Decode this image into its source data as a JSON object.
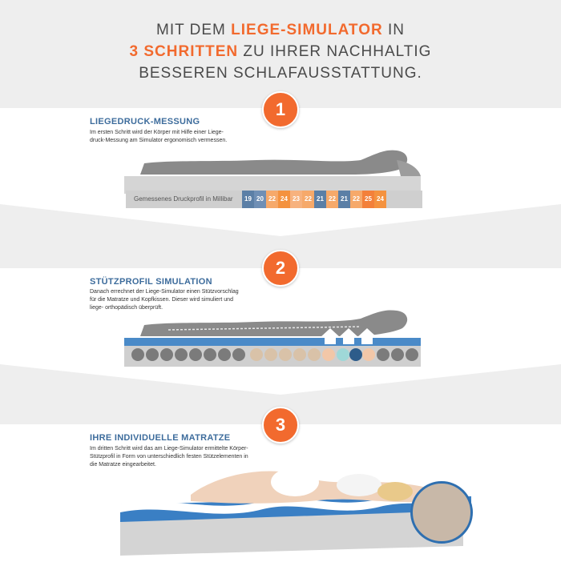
{
  "header": {
    "line1_pre": "MIT DEM ",
    "line1_accent": "LIEGE-SIMULATOR",
    "line1_post": " IN",
    "line2_accent": "3 SCHRITTEN",
    "line2_post": " ZU IHRER NACHHALTIG",
    "line3": "BESSEREN SCHLAFAUSSTATTUNG."
  },
  "colors": {
    "accent": "#f26a2e",
    "title_blue": "#3d6c9c",
    "band_gray": "#eeeeee"
  },
  "steps": [
    {
      "number": "1",
      "title": "LIEGEDRUCK-MESSUNG",
      "desc_lines": [
        "Im ersten Schritt wird der Körper mit Hilfe einer Liege-",
        "druck-Messung am Simulator ergonomisch vermessen."
      ],
      "profile_label": "Gemessenes Druckprofil in Millibar",
      "profile_values": [
        "19",
        "20",
        "22",
        "24",
        "23",
        "22",
        "21",
        "22",
        "21",
        "22",
        "25",
        "24"
      ],
      "profile_colors": [
        "#5b7fa6",
        "#6f8fb5",
        "#f6a96a",
        "#f4923f",
        "#f7b27e",
        "#f6a96a",
        "#5b7fa6",
        "#f6a96a",
        "#5b7fa6",
        "#f6a96a",
        "#f3803a",
        "#f4923f"
      ]
    },
    {
      "number": "2",
      "title": "STÜTZPROFIL SIMULATION",
      "desc_lines": [
        "Danach errechnet der Liege-Simulator einen Stützvorschlag",
        "für die Matratze und Kopfkissen. Dieser wird simuliert und",
        "liege- orthopädisch überprüft."
      ]
    },
    {
      "number": "3",
      "title": "IHRE INDIVIDUELLE MATRATZE",
      "desc_lines": [
        "Im dritten Schritt wird das am Liege-Simulator ermittelte Körper-",
        "Stützprofil in Form von unterschiedlich festen Stützelementen in",
        "die Matratze eingearbeitet."
      ]
    }
  ]
}
